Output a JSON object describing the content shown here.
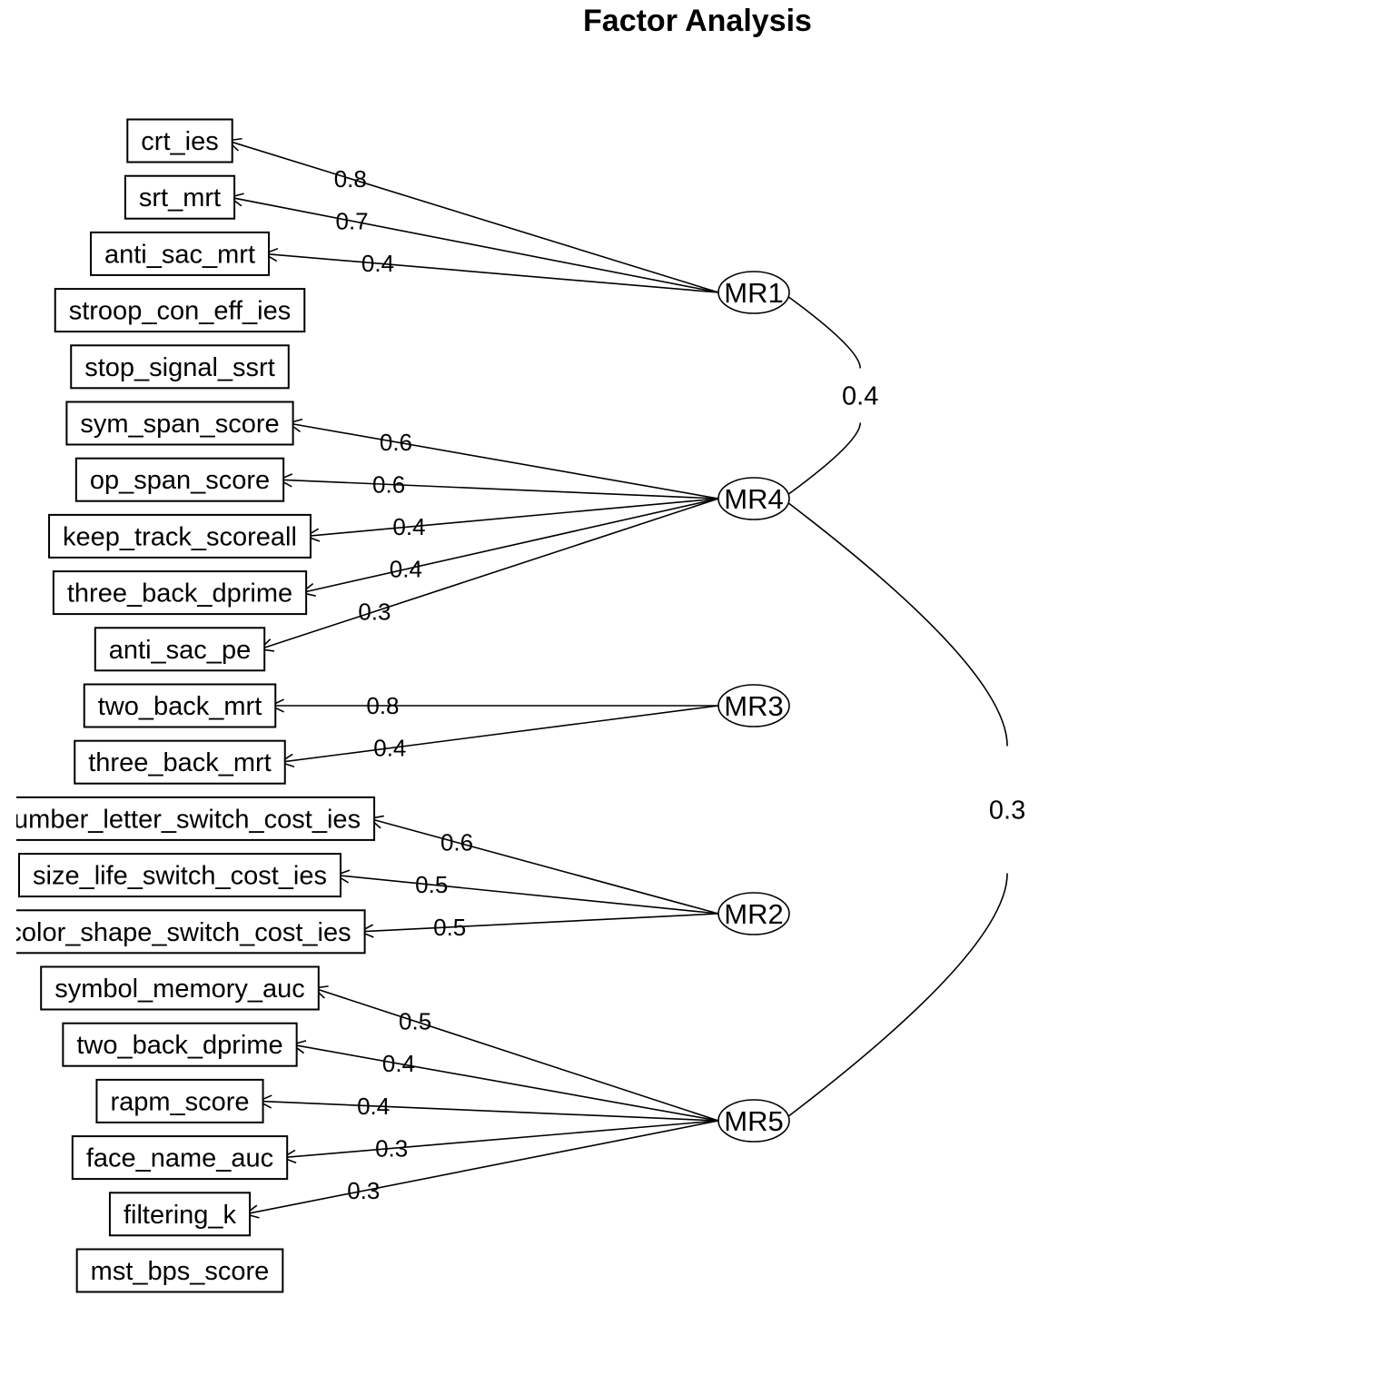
{
  "title": "Factor Analysis",
  "variables": [
    "crt_ies",
    "srt_mrt",
    "anti_sac_mrt",
    "stroop_con_eff_ies",
    "stop_signal_ssrt",
    "sym_span_score",
    "op_span_score",
    "keep_track_scoreall",
    "three_back_dprime",
    "anti_sac_pe",
    "two_back_mrt",
    "three_back_mrt",
    "number_letter_switch_cost_ies",
    "size_life_switch_cost_ies",
    "color_shape_switch_cost_ies",
    "symbol_memory_auc",
    "two_back_dprime",
    "rapm_score",
    "face_name_auc",
    "filtering_k",
    "mst_bps_score"
  ],
  "factors": [
    "MR1",
    "MR4",
    "MR3",
    "MR2",
    "MR5"
  ],
  "loadings": [
    {
      "factor": "MR1",
      "variable": "crt_ies",
      "label": "0.8"
    },
    {
      "factor": "MR1",
      "variable": "srt_mrt",
      "label": "0.7"
    },
    {
      "factor": "MR1",
      "variable": "anti_sac_mrt",
      "label": "0.4"
    },
    {
      "factor": "MR4",
      "variable": "sym_span_score",
      "label": "0.6"
    },
    {
      "factor": "MR4",
      "variable": "op_span_score",
      "label": "0.6"
    },
    {
      "factor": "MR4",
      "variable": "keep_track_scoreall",
      "label": "0.4"
    },
    {
      "factor": "MR4",
      "variable": "three_back_dprime",
      "label": "0.4"
    },
    {
      "factor": "MR4",
      "variable": "anti_sac_pe",
      "label": "0.3"
    },
    {
      "factor": "MR3",
      "variable": "two_back_mrt",
      "label": "0.8"
    },
    {
      "factor": "MR3",
      "variable": "three_back_mrt",
      "label": "0.4"
    },
    {
      "factor": "MR2",
      "variable": "number_letter_switch_cost_ies",
      "label": "0.6"
    },
    {
      "factor": "MR2",
      "variable": "size_life_switch_cost_ies",
      "label": "0.5"
    },
    {
      "factor": "MR2",
      "variable": "color_shape_switch_cost_ies",
      "label": "0.5"
    },
    {
      "factor": "MR5",
      "variable": "symbol_memory_auc",
      "label": "0.5"
    },
    {
      "factor": "MR5",
      "variable": "two_back_dprime",
      "label": "0.4"
    },
    {
      "factor": "MR5",
      "variable": "rapm_score",
      "label": "0.4"
    },
    {
      "factor": "MR5",
      "variable": "face_name_auc",
      "label": "0.3"
    },
    {
      "factor": "MR5",
      "variable": "filtering_k",
      "label": "0.3"
    }
  ],
  "correlations": [
    {
      "from": "MR1",
      "to": "MR4",
      "label": "0.4"
    },
    {
      "from": "MR4",
      "to": "MR5",
      "label": "0.3"
    }
  ]
}
